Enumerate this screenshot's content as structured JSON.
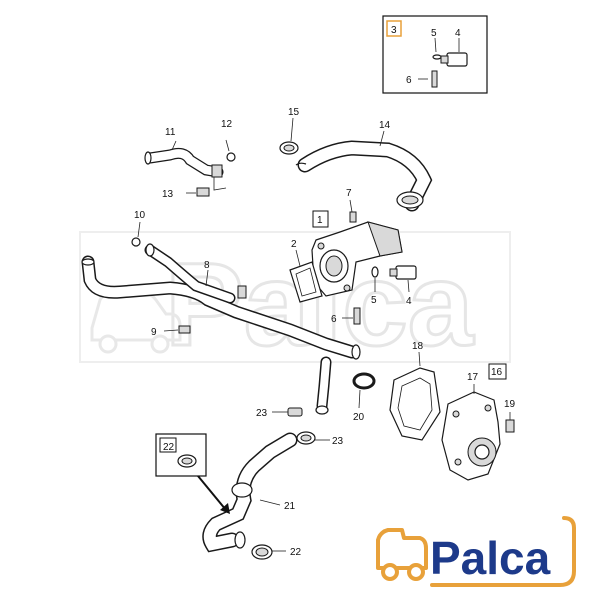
{
  "callouts": [
    {
      "id": "c3-box",
      "text": "3"
    },
    {
      "id": "c5-top",
      "text": "5"
    },
    {
      "id": "c4-top",
      "text": "4"
    },
    {
      "id": "c6-top",
      "text": "6"
    },
    {
      "id": "c15",
      "text": "15"
    },
    {
      "id": "c14",
      "text": "14"
    },
    {
      "id": "c11",
      "text": "11"
    },
    {
      "id": "c12",
      "text": "12"
    },
    {
      "id": "c13",
      "text": "13"
    },
    {
      "id": "c7",
      "text": "7"
    },
    {
      "id": "c1-box",
      "text": "1"
    },
    {
      "id": "c10",
      "text": "10"
    },
    {
      "id": "c8",
      "text": "8"
    },
    {
      "id": "c2",
      "text": "2"
    },
    {
      "id": "c5",
      "text": "5"
    },
    {
      "id": "c4",
      "text": "4"
    },
    {
      "id": "c6",
      "text": "6"
    },
    {
      "id": "c9",
      "text": "9"
    },
    {
      "id": "c18",
      "text": "18"
    },
    {
      "id": "c17",
      "text": "17"
    },
    {
      "id": "c16-box",
      "text": "16"
    },
    {
      "id": "c19",
      "text": "19"
    },
    {
      "id": "c20",
      "text": "20"
    },
    {
      "id": "c23a",
      "text": "23"
    },
    {
      "id": "c23b",
      "text": "23"
    },
    {
      "id": "c22-box",
      "text": "22"
    },
    {
      "id": "c21",
      "text": "21"
    },
    {
      "id": "c22",
      "text": "22"
    }
  ],
  "watermark": "Palca",
  "brand": {
    "name": "Palca",
    "color": "#1d3a8a",
    "accent": "#e8a13a"
  }
}
